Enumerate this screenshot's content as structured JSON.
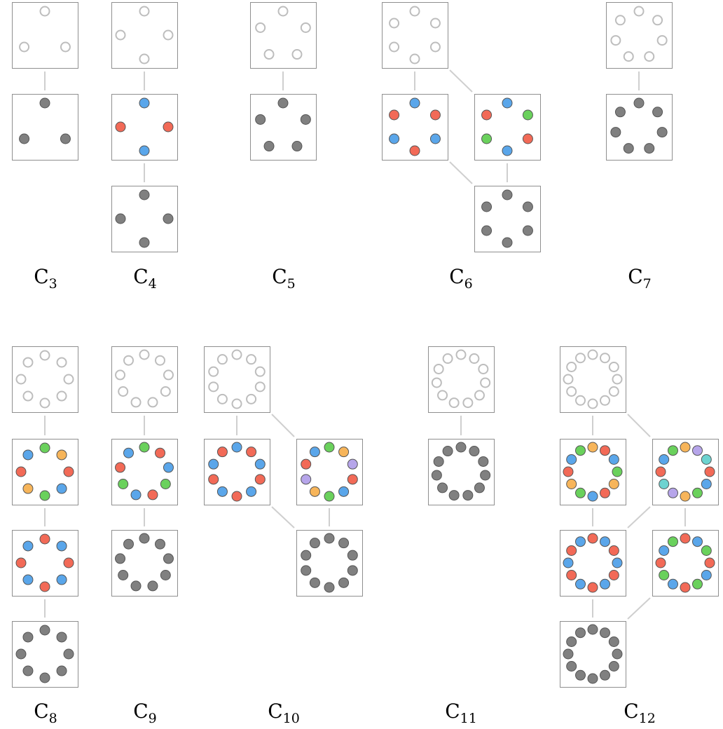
{
  "colors": {
    "gray": "#808080",
    "red": "#f26a57",
    "blue": "#5aa6ea",
    "green": "#6ad15c",
    "orange": "#f7b55a",
    "purple": "#b6a5ea",
    "cyan": "#6dd3d0",
    "hollow": "#bdbdbd",
    "box_border": "#8f8f8f",
    "connector": "#cfcfcf"
  },
  "groups": [
    {
      "id": "C3",
      "letter": "C",
      "subscript": "3",
      "lattice": [
        [
          "hollow"
        ],
        [
          "gray"
        ]
      ]
    },
    {
      "id": "C4",
      "letter": "C",
      "subscript": "4",
      "lattice": [
        [
          "hollow"
        ],
        [
          "blue",
          "red"
        ],
        [
          "gray"
        ]
      ]
    },
    {
      "id": "C5",
      "letter": "C",
      "subscript": "5",
      "lattice": [
        [
          "hollow"
        ],
        [
          "gray"
        ]
      ]
    },
    {
      "id": "C6",
      "letter": "C",
      "subscript": "6",
      "lattice": [
        [
          "hollow"
        ],
        [
          "blue",
          "red"
        ],
        [
          "blue",
          "green",
          "red"
        ],
        [
          "gray"
        ]
      ]
    },
    {
      "id": "C7",
      "letter": "C",
      "subscript": "7",
      "lattice": [
        [
          "hollow"
        ],
        [
          "gray"
        ]
      ]
    },
    {
      "id": "C8",
      "letter": "C",
      "subscript": "8",
      "lattice": [
        [
          "hollow"
        ],
        [
          "green",
          "orange",
          "red",
          "blue"
        ],
        [
          "red",
          "blue"
        ],
        [
          "gray"
        ]
      ]
    },
    {
      "id": "C9",
      "letter": "C",
      "subscript": "9",
      "lattice": [
        [
          "hollow"
        ],
        [
          "green",
          "red",
          "blue"
        ],
        [
          "gray"
        ]
      ]
    },
    {
      "id": "C10",
      "letter": "C",
      "subscript": "10",
      "lattice": [
        [
          "hollow"
        ],
        [
          "blue",
          "red"
        ],
        [
          "green",
          "orange",
          "purple",
          "red",
          "blue"
        ],
        [
          "gray"
        ]
      ]
    },
    {
      "id": "C11",
      "letter": "C",
      "subscript": "11",
      "lattice": [
        [
          "hollow"
        ],
        [
          "gray"
        ]
      ]
    },
    {
      "id": "C12",
      "letter": "C",
      "subscript": "12",
      "lattice": [
        [
          "hollow"
        ],
        [
          "orange",
          "red",
          "blue",
          "green"
        ],
        [
          "orange",
          "purple",
          "cyan",
          "red",
          "blue",
          "green"
        ],
        [
          "red",
          "blue"
        ],
        [
          "red",
          "blue",
          "green"
        ],
        [
          "gray"
        ]
      ]
    }
  ]
}
